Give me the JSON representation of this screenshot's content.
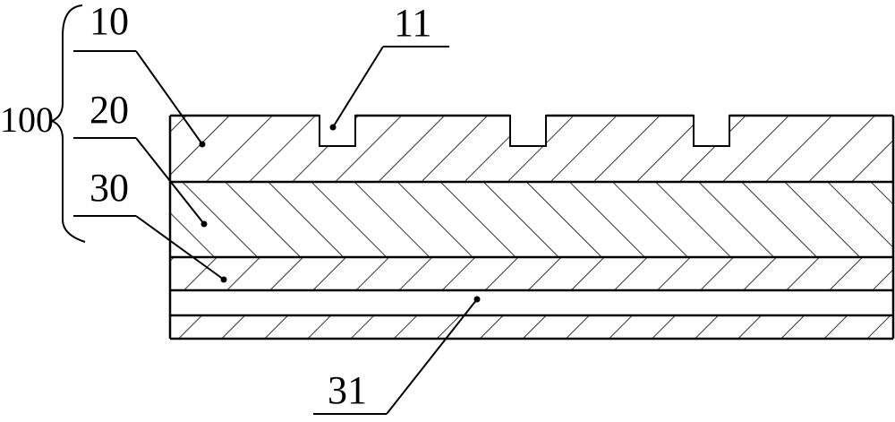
{
  "labels": {
    "group": "100",
    "layer_top": "10",
    "grooves": "11",
    "layer_middle": "20",
    "layer_bottom": "30",
    "inner_layer": "31"
  },
  "colors": {
    "ink": "#000000",
    "background": "#ffffff"
  }
}
